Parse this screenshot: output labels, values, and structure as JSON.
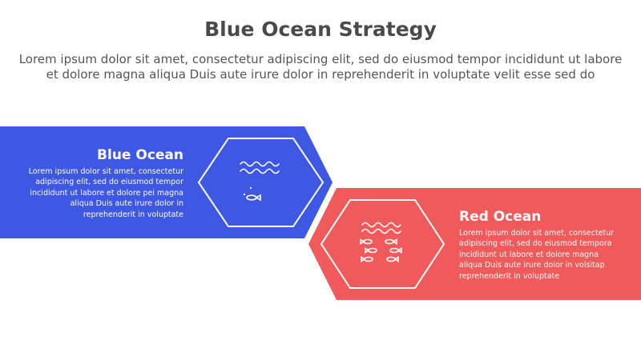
{
  "header": {
    "title": "Blue Ocean Strategy",
    "subtitle_lines": [
      "Lorem ipsum dolor sit amet, consectetur adipiscing elit, sed do eiusmod tempor incididunt ut labore",
      "et dolore magna aliqua Duis aute irure dolor in reprehenderit in voluptate velit esse sed do"
    ]
  },
  "colors": {
    "blue": "#3f58e3",
    "red": "#f05a5a",
    "text_dark": "#4a4a4a",
    "text_gray": "#555555",
    "white": "#ffffff"
  },
  "blue_ocean": {
    "title": "Blue Ocean",
    "icon": "sea-waves-single-fish-icon",
    "desc_lines": [
      "Lorem ipsum dolor sit amet, consectetur",
      "adipiscing elit, sed do eiusmod tempor",
      "incididunt ut labore et dolore pei magna",
      "aliqua Duis aute irure dolor in",
      "reprehenderit in voluptate"
    ]
  },
  "red_ocean": {
    "title": "Red Ocean",
    "icon": "sea-waves-many-fish-icon",
    "desc_lines": [
      "Lorem ipsum dolor sit amet, consectetur",
      "adipiscing elit, sed do eiusmod tempora",
      "incididunt ut labore et dolore magna",
      "aliqua Duis aute irure dolor in volsitap",
      "reprehenderit in voluptate"
    ]
  }
}
